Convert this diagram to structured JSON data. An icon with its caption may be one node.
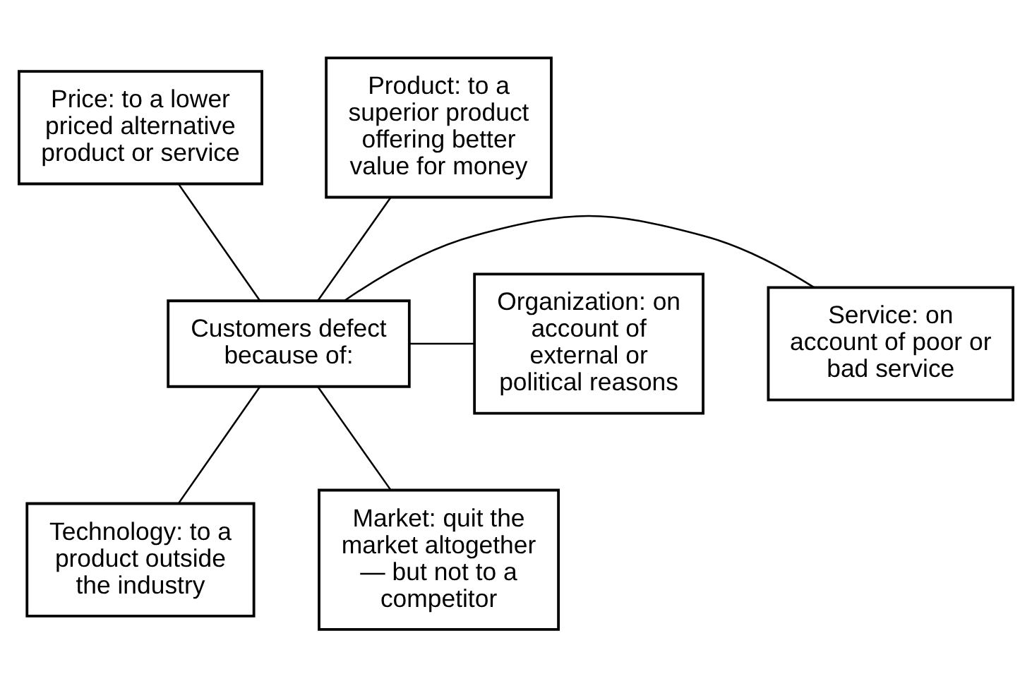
{
  "diagram": {
    "nodes": [
      {
        "text": [
          "Price: to a lower priced alternative product or service"
        ]
      },
      {
        "text": [
          "Product: to a superior product offering better value for money"
        ]
      },
      {
        "text": [
          "Organization: on account of external or political reasons"
        ]
      },
      {
        "text": [
          "Customers defect because of:"
        ]
      },
      {
        "text": [
          "Service: on account of poor or bad service"
        ]
      },
      {
        "text": [
          "Technology: to a product outside the industry"
        ]
      },
      {
        "text": [
          "Market: quit the market altogether — but not to a competitor"
        ]
      }
    ],
    "edges": [
      {
        "from": 3,
        "to": 0,
        "arrow": "none"
      },
      {
        "from": 3,
        "to": 1,
        "arrow": "none"
      },
      {
        "from": 3,
        "to": 2,
        "arrow": "none"
      },
      {
        "from": 3,
        "to": 4,
        "arrow": "none"
      },
      {
        "from": 3,
        "to": 5,
        "arrow": "none"
      },
      {
        "from": 3,
        "to": 6,
        "arrow": "none"
      }
    ]
  }
}
